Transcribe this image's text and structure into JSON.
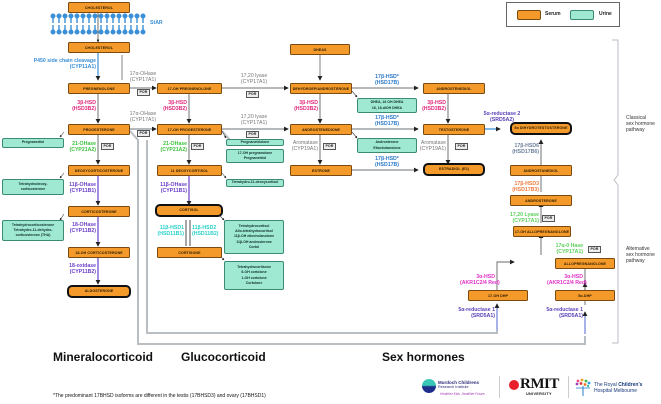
{
  "legend": {
    "serum": "Serum",
    "urine": "Urine",
    "serum_color": "#f39a2b",
    "urine_color": "#9fe8d2"
  },
  "nodes": {
    "cholesterol_top": "CHOLESTEROL",
    "cholesterol": "CHOLESTEROL",
    "pregnenolone": "PREGNENOLONE",
    "oh17_pregnenolone": "17-OH PREGNENOLONE",
    "dhea": "DEHYDROEPIANDROSTERONE",
    "dheas": "DHEAS",
    "androstenediol": "ANDROSTENEDIOL",
    "progesterone": "PROGESTERONE",
    "oh17_progesterone": "17-OH PROGESTERONE",
    "androstenedione": "ANDROSTENEDIONE",
    "testosterone": "TESTOSTERONE",
    "dht": "5α DIHYDROTESTOSTERONE",
    "deoxycorticosterone": "DEOXYCORTICOSTERONE",
    "deoxycortisol": "11 DEOXYCORTISOL",
    "estrone": "ESTRONE",
    "estradiol": "ESTRADIOL (E2)",
    "androstanediol": "ANDROSTANEDIOL",
    "corticosterone": "CORTICOSTERONE",
    "cortisol": "CORTISOL",
    "androsterone": "ANDROSTERONE",
    "oh17_allopregnanolone": "17-OH ALLOPREGNANOLONE",
    "oh18_corticosterone": "18-OH CORTICOSTERONE",
    "cortisone": "CORTISONE",
    "allopregnanolone": "ALLOPREGNANOLONE",
    "aldosterone": "ALDOSTERONE",
    "oh17_dhp": "17-OH DHP",
    "dhp": "5α-DHP"
  },
  "urine": {
    "pregnanediol": [
      "Pregnanediol"
    ],
    "thdoc": [
      "Tetrahydrodeoxy-",
      "corticosterone"
    ],
    "thb": [
      "Tetrahydrocorticosterone",
      "Tetrahydro-11-dehydro-",
      "corticosterone (THA)"
    ],
    "pregnanetriolone": [
      "Pregnanetriolone"
    ],
    "pregnanetriol": [
      "17-OH pregnanolone",
      "Pregnanetriol"
    ],
    "ths": [
      "Tetrahydro-11-deoxycortisol"
    ],
    "thf": [
      "Tetrahydrocortisol",
      "Allo-tetrahydrocortisol",
      "11β-OH etiocholanolone",
      "11β-OH androsterone",
      "Cortol"
    ],
    "the": [
      "Tetrahydrocortisone",
      "6-OH cortolone",
      "1-OH cortolone",
      "Cortolone"
    ],
    "dhea_urine": [
      "DHEA, 16 OH DHEA",
      "16, 16-diOH DHEA"
    ],
    "androsterone_urine": [
      "Androsterone",
      "Etiocholanolone"
    ]
  },
  "enzymes": {
    "star": "StAR",
    "p450scc": [
      "P450 side chain cleavage",
      "(CYP11A1)"
    ],
    "cyp17_a": [
      "17α-OHase",
      "(CYP17A1)"
    ],
    "cyp17_b": [
      "17α-OHase",
      "(CYP17A1)"
    ],
    "lyase_a": [
      "17,20 lyase",
      "(CYP17A1)"
    ],
    "lyase_b": [
      "17,20 lyase",
      "(CYP17A1)"
    ],
    "hsd3b_1": [
      "3β-HSD",
      "(HSD3B2)"
    ],
    "hsd3b_2": [
      "3β-HSD",
      "(HSD3B2)"
    ],
    "hsd3b_3": [
      "3β-HSD",
      "(HSD3B2)"
    ],
    "hsd3b_4": [
      "3β-HSD",
      "(HSD3B2)"
    ],
    "hsd17b_1": [
      "17β-HSD*",
      "(HSD17B)"
    ],
    "hsd17b_2": [
      "17β-HSD*",
      "(HSD17B)"
    ],
    "hsd17b_3": [
      "17β-HSD*",
      "(HSD17B)"
    ],
    "cyp21_a": [
      "21-OHase",
      "(CYP21A2)"
    ],
    "cyp21_b": [
      "21-OHase",
      "(CYP21A2)"
    ],
    "cyp11b1_a": [
      "11β-OHase",
      "(CYP11B1)"
    ],
    "cyp11b1_b": [
      "11β-OHase",
      "(CYP11B1)"
    ],
    "cyp11b2_a": [
      "18-OHase",
      "(CYP11B2)"
    ],
    "cyp11b2_b": [
      "18-oxidase",
      "(CYP11B2)"
    ],
    "hsd11b1": [
      "11β-HSD1",
      "(HSD11B1)"
    ],
    "hsd11b2": [
      "11β-HSD2",
      "(HSD11B2)"
    ],
    "arom_a": [
      "Aromatase",
      "(CYP19A1)"
    ],
    "arom_b": [
      "Aromatase",
      "(CYP19A1)"
    ],
    "srd5a2": [
      "5α-reductase 2",
      "(SRD5A2)"
    ],
    "hsd17b6": [
      "17β-HSD6",
      "(HSD17B6)"
    ],
    "hsd17b3": [
      "17β-HSD3",
      "(HSD17B3)"
    ],
    "lyase_alt": [
      "17,20 Lyase",
      "(CYP17A1)"
    ],
    "ohase_alt": [
      "17α-0 Hase",
      "(CYP17A1)"
    ],
    "akr_a": [
      "3α-HSD",
      "(AKR1C2/4 Red)"
    ],
    "akr_b": [
      "3α-HSD",
      "(AKR1C2/4 Red)"
    ],
    "srd5a1_a": [
      "5α-reductase 1",
      "(SRD5A1)"
    ],
    "srd5a1_b": [
      "5α-reductase 1",
      "(SRD5A1)"
    ]
  },
  "por": "POR",
  "side_labels": {
    "classical": [
      "Classical",
      "sex hormone",
      "pathway"
    ],
    "alternative": [
      "Alternative",
      "sex hormone",
      "pathway"
    ]
  },
  "groups": {
    "mineralocorticoid": "Mineralocorticoid",
    "glucocorticoid": "Glucocorticoid",
    "sex": "Sex hormones"
  },
  "footnote": "*The predominant 17BHSD isoforms are different in the testis (17BHSD3) and ovary (17BHSD1)",
  "logos": {
    "mcri": [
      "Murdoch Childrens",
      "Research Institute",
      "Healthier Kids. Healthier Future."
    ],
    "rmit": [
      "RMIT",
      "UNIVERSITY"
    ],
    "rch": [
      "The Royal ",
      "Children's",
      "Hospital Melbourne"
    ]
  },
  "colors": {
    "serum": "#f39a2b",
    "urine": "#9fe8d2",
    "cyp11a1": "#3a8fd6",
    "hsd3b": "#e0267a",
    "cyp21": "#3cc23c",
    "cyp11b": "#6a3fc8",
    "hsd11b": "#2ad1c8",
    "hsd17b": "#2a78c8",
    "akr": "#e030c8",
    "srd5a": "#5a3fb8",
    "hsd17b3": "#f07a3a",
    "hsd17b6": "#6a7f9a"
  }
}
